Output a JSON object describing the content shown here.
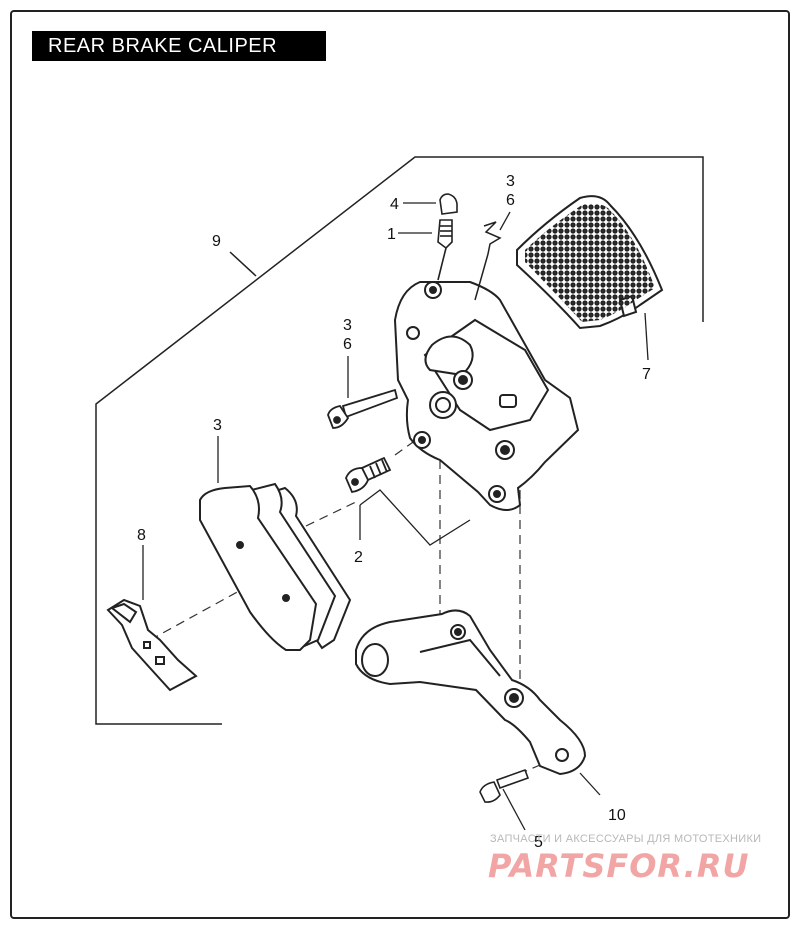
{
  "title": "REAR BRAKE CALIPER",
  "callouts": {
    "c1": "1",
    "c2": "2",
    "c3a": "3",
    "c6a": "6",
    "c3b": "3",
    "c6b": "6",
    "c3c": "3",
    "c4": "4",
    "c5": "5",
    "c7": "7",
    "c8": "8",
    "c9": "9",
    "c10": "10"
  },
  "watermark": {
    "text": "ЗАПЧАСТИ И АКСЕССУАРЫ ДЛЯ МОТОТЕХНИКИ",
    "logo": "PARTSFOR.RU"
  }
}
